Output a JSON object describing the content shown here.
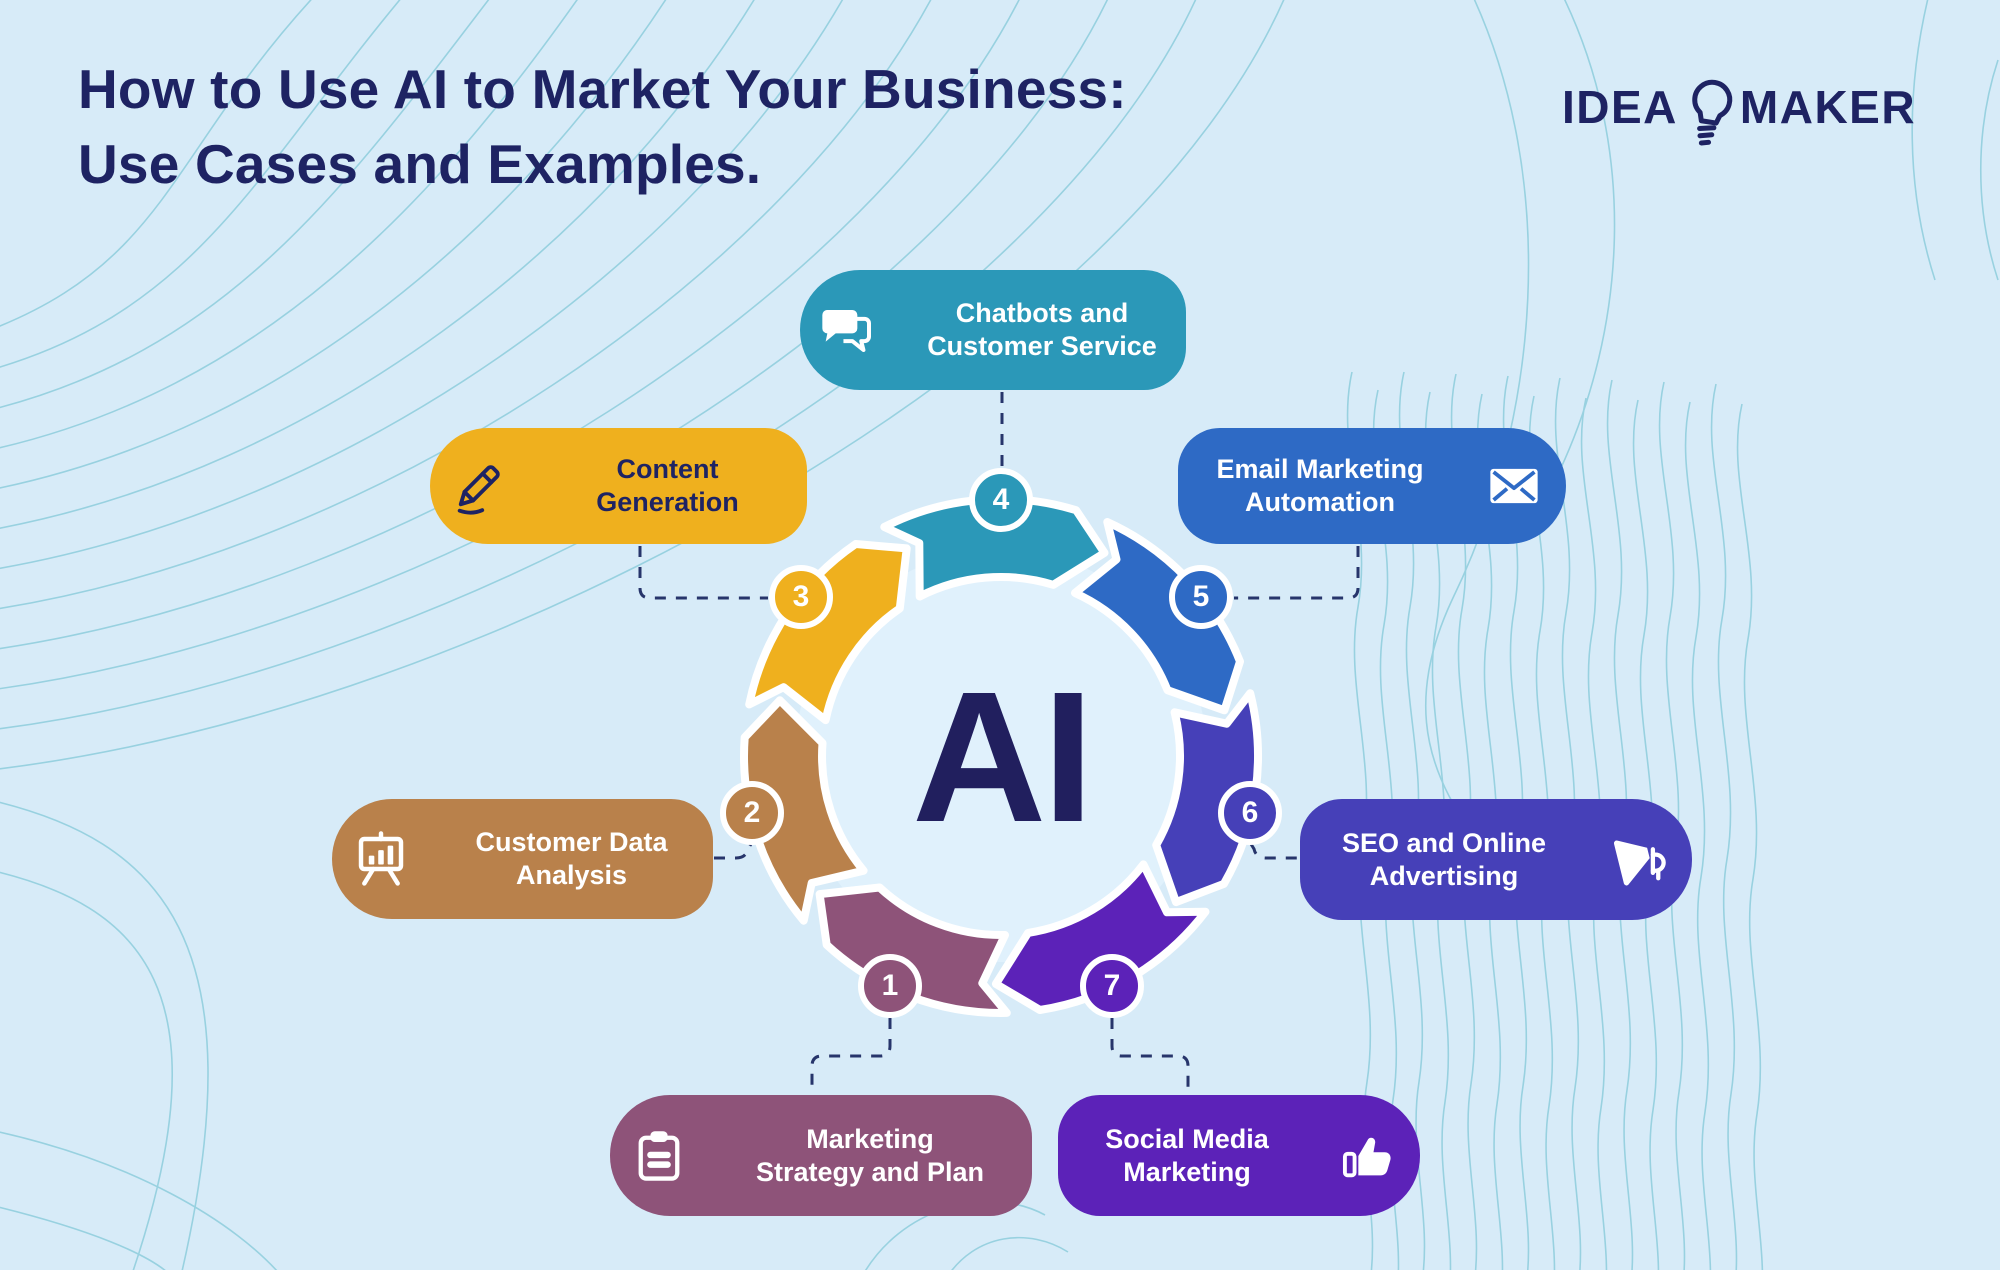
{
  "page": {
    "background": "#d7ebf8",
    "contour_color": "#84c9d8"
  },
  "header": {
    "title_line1": "How to Use AI to Market Your Business:",
    "title_line2": "Use Cases and Examples.",
    "color": "#1e2363"
  },
  "logo": {
    "word1": "IDEA",
    "word2": "MAKER",
    "icon": "lightbulb-icon",
    "color": "#1e2363"
  },
  "wheel": {
    "center_label": "AI",
    "label_color": "#211f5e",
    "direction": "clockwise"
  },
  "connector_color": "#27356b",
  "steps": [
    {
      "number": 1,
      "label_line1": "Marketing",
      "label_line2": "Strategy and Plan",
      "color": "#8e5379",
      "icon": "clipboard-icon"
    },
    {
      "number": 2,
      "label_line1": "Customer Data",
      "label_line2": "Analysis",
      "color": "#b9814b",
      "icon": "presentation-chart-icon"
    },
    {
      "number": 3,
      "label_line1": "Content",
      "label_line2": "Generation",
      "color": "#efb01e",
      "icon": "pencil-icon",
      "text_color": "#1e2363"
    },
    {
      "number": 4,
      "label_line1": "Chatbots and",
      "label_line2": "Customer Service",
      "color": "#2b98b8",
      "icon": "chat-bubbles-icon"
    },
    {
      "number": 5,
      "label_line1": "Email Marketing",
      "label_line2": "Automation",
      "color": "#2e6ac5",
      "icon": "envelope-icon"
    },
    {
      "number": 6,
      "label_line1": "SEO and Online",
      "label_line2": "Advertising",
      "color": "#4640b8",
      "icon": "megaphone-icon"
    },
    {
      "number": 7,
      "label_line1": "Social Media",
      "label_line2": "Marketing",
      "color": "#5c22b8",
      "icon": "thumbs-up-icon"
    }
  ]
}
